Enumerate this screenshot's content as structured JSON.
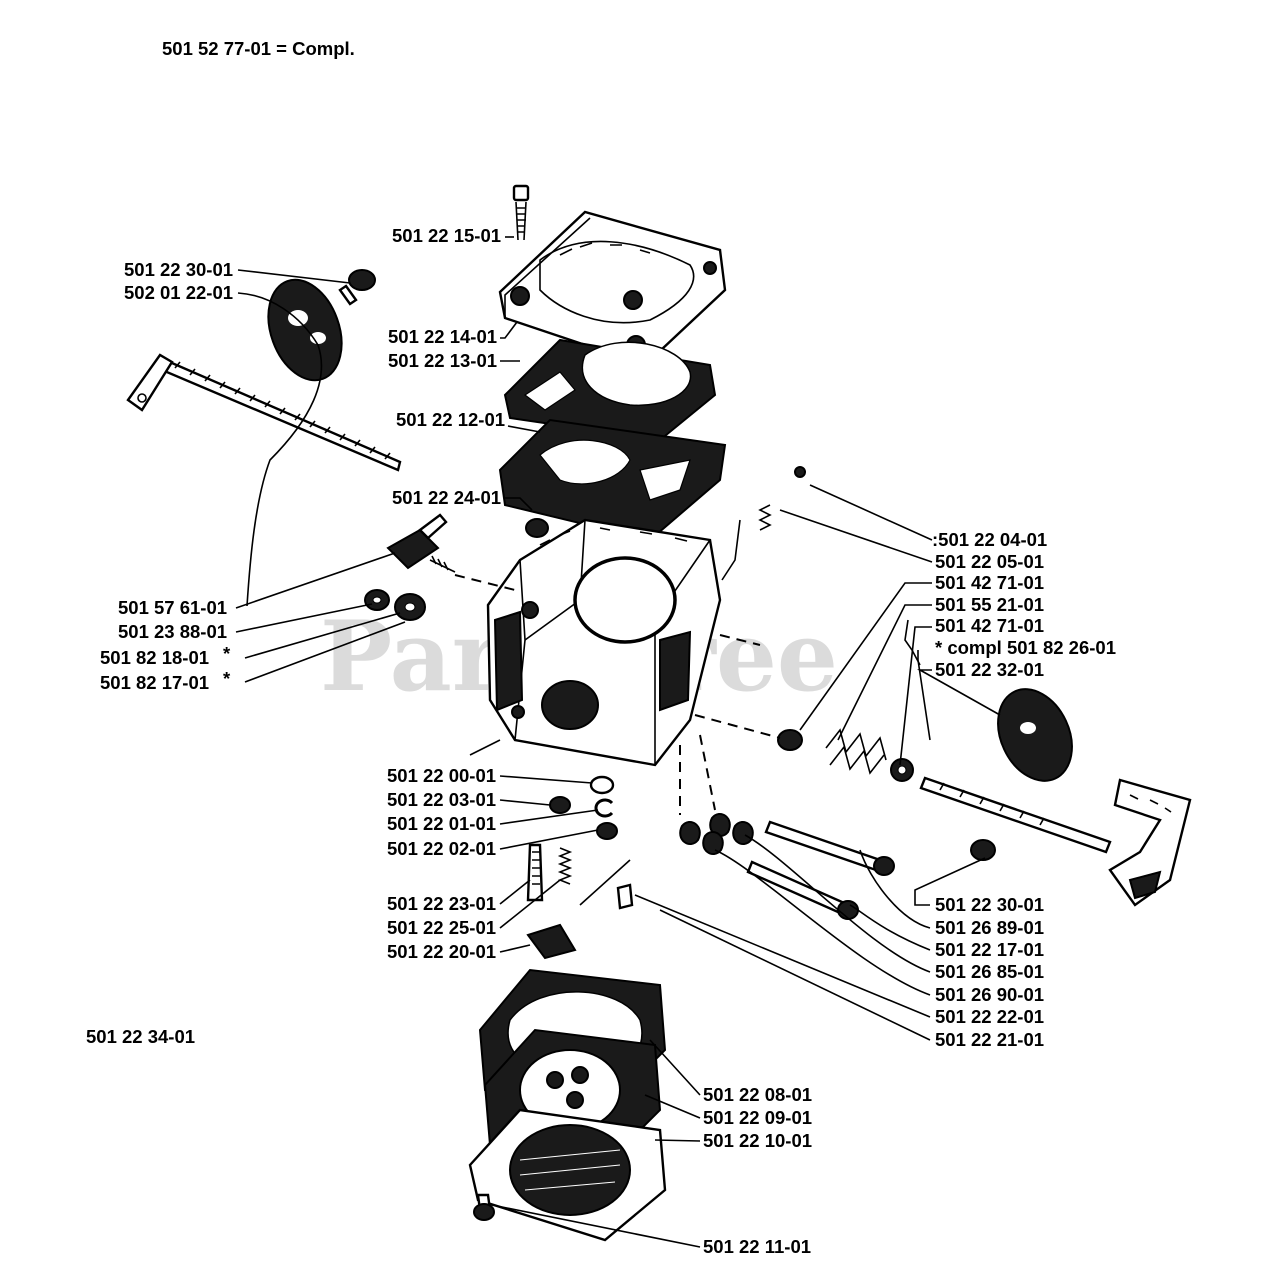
{
  "header": {
    "compl": "501 52 77-01 = Compl."
  },
  "watermark": {
    "text": "PartsTree"
  },
  "diagram_number": "501 22 34-01",
  "labels": {
    "p501221501": "501 22 15-01",
    "p501223001a": "501 22 30-01",
    "p502012201": "502 01 22-01",
    "p501221401": "501 22 14-01",
    "p501221301": "501 22 13-01",
    "p501221201": "501 22 12-01",
    "p501222401": "501 22 24-01",
    "p501220401": ":501 22 04-01",
    "p501220501": "501 22 05-01",
    "p501427101a": "501 42 71-01",
    "p501552101": "501 55 21-01",
    "p501427101b": "501 42 71-01",
    "pcompl": "*  compl 501 82 26-01",
    "p501223201": "501 22 32-01",
    "p501576101": "501 57 61-01",
    "p501238801": "501 23 88-01",
    "p501821801": "501 82 18-01",
    "p501821701": "501 82 17-01",
    "star1": "*",
    "star2": "*",
    "p501220001": "501 22 00-01",
    "p501220301": "501 22 03-01",
    "p501220101": "501 22 01-01",
    "p501220201": "501 22 02-01",
    "p501222301": "501 22 23-01",
    "p501222501": "501 22 25-01",
    "p501222001": "501 22 20-01",
    "p501223001b": "501 22 30-01",
    "p501268901": "501 26 89-01",
    "p501221701": "501 22 17-01",
    "p501268501": "501 26 85-01",
    "p501269001": "501 26 90-01",
    "p501222201": "501 22 22-01",
    "p501222101": "501 22 21-01",
    "p501220801": "501 22 08-01",
    "p501220901": "501 22 09-01",
    "p501221001": "501 22 10-01",
    "p501221101": "501 22 11-01"
  }
}
